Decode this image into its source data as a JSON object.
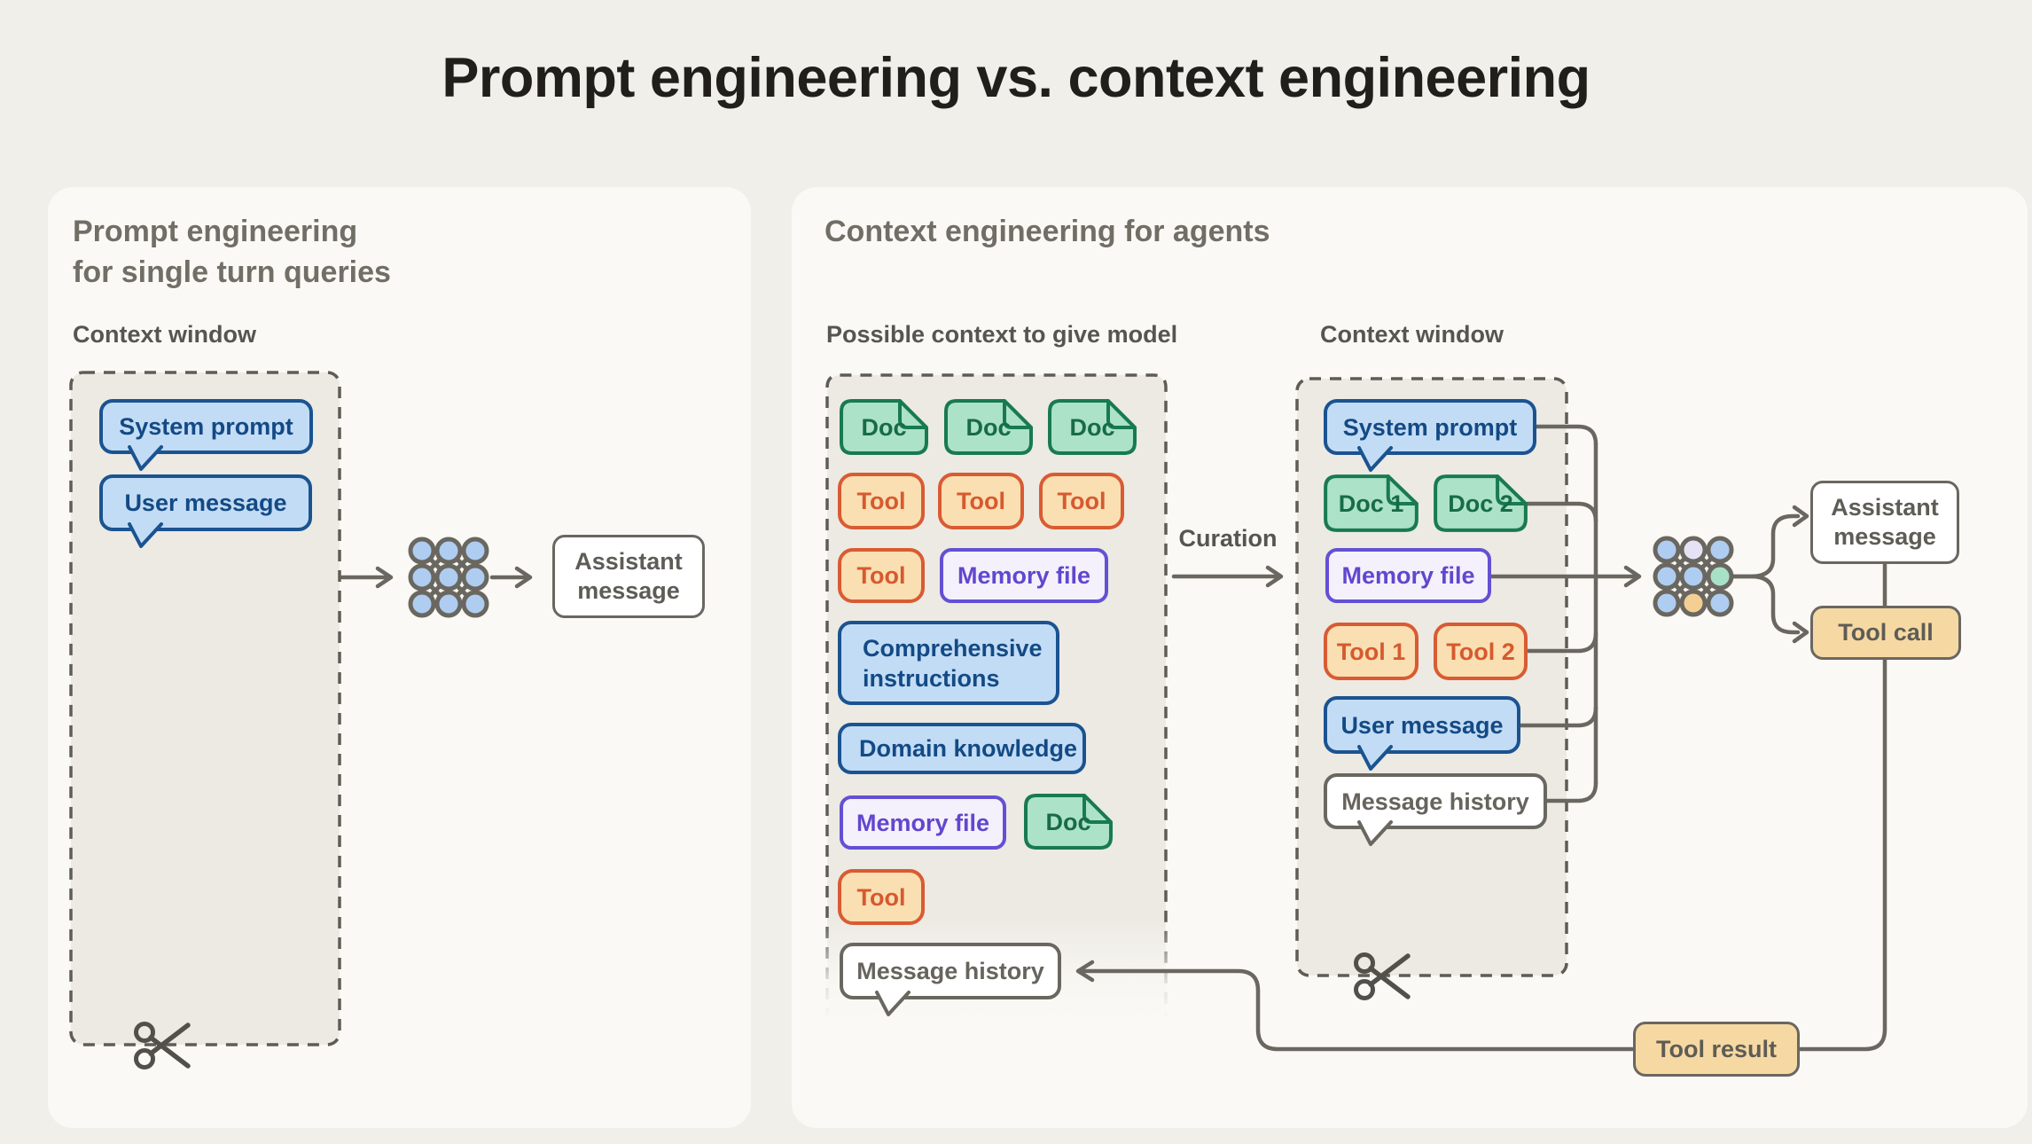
{
  "title": "Prompt engineering vs. context engineering",
  "left": {
    "heading": "Prompt engineering\nfor single turn queries",
    "context_window_label": "Context window",
    "system_prompt": "System prompt",
    "user_message": "User message",
    "assistant_message": "Assistant\nmessage"
  },
  "right": {
    "heading": "Context engineering for agents",
    "possible_context_label": "Possible context to give model",
    "context_window_label": "Context window",
    "curation_label": "Curation",
    "pc_items": [
      {
        "label": "Doc"
      },
      {
        "label": "Doc"
      },
      {
        "label": "Doc"
      },
      {
        "label": "Tool"
      },
      {
        "label": "Tool"
      },
      {
        "label": "Tool"
      },
      {
        "label": "Tool"
      },
      {
        "label": "Memory file"
      },
      {
        "label": "Comprehensive\ninstructions"
      },
      {
        "label": "Domain knowledge"
      },
      {
        "label": "Memory file"
      },
      {
        "label": "Doc"
      },
      {
        "label": "Tool"
      },
      {
        "label": "Message history"
      }
    ],
    "cw_items": [
      {
        "label": "System prompt"
      },
      {
        "label": "Doc 1"
      },
      {
        "label": "Doc 2"
      },
      {
        "label": "Memory file"
      },
      {
        "label": "Tool 1"
      },
      {
        "label": "Tool 2"
      },
      {
        "label": "User message"
      },
      {
        "label": "Message history"
      }
    ],
    "assistant_message": "Assistant\nmessage",
    "tool_call": "Tool call",
    "tool_result": "Tool result"
  },
  "colors": {
    "background": "#F1EFE9",
    "panel": "#FAF9F5",
    "context_box_fill": "#ECEAE3",
    "dash": "#5E5C55",
    "line": "#6A6760",
    "blue_fill": "#C3DCF5",
    "blue_border": "#1B5391",
    "blue_text": "#134A85",
    "green_fill": "#ACE2C8",
    "green_border": "#187A52",
    "green_text": "#176B49",
    "orange_fill": "#FADFB2",
    "orange_border": "#D95B33",
    "orange_text": "#D65A2E",
    "purple_fill": "#F4F1FD",
    "purple_border": "#6450D4",
    "purple_text": "#6147CE",
    "tan_fill": "#F6D9A2",
    "neutral_text": "#57554F"
  }
}
